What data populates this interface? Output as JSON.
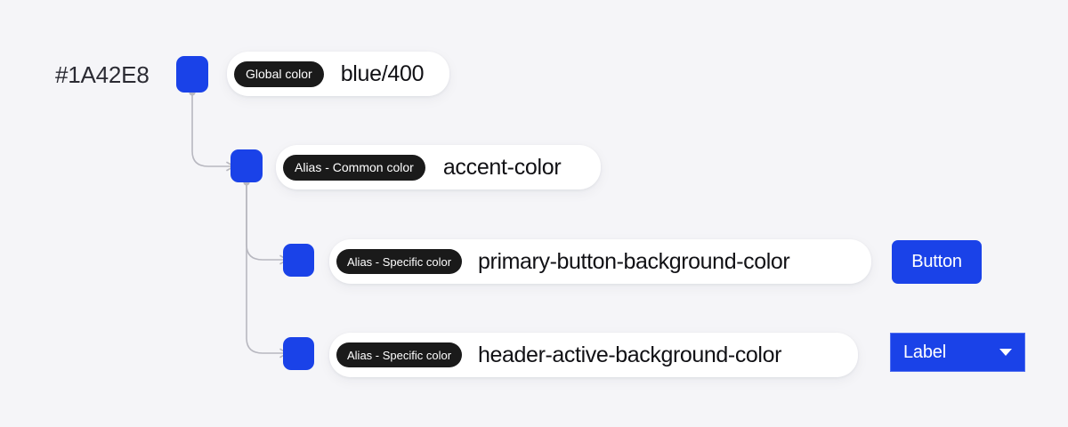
{
  "diagram": {
    "hex_value": "#1A42E8",
    "swatch_color": "#1A42E8",
    "background_color": "#F5F5F8",
    "connector_color": "#B8B8C0",
    "rows": [
      {
        "tag": "Global color",
        "token": "blue/400",
        "swatch_name": "color-swatch-global"
      },
      {
        "tag": "Alias - Common color",
        "token": "accent-color",
        "swatch_name": "color-swatch-alias-common"
      },
      {
        "tag": "Alias - Specific color",
        "token": "primary-button-background-color",
        "swatch_name": "color-swatch-alias-primary-button"
      },
      {
        "tag": "Alias - Specific color",
        "token": "header-active-background-color",
        "swatch_name": "color-swatch-alias-header-active"
      }
    ]
  },
  "previews": {
    "button_label": "Button",
    "select_label": "Label",
    "select_caret_icon": "chevron-down-icon"
  }
}
